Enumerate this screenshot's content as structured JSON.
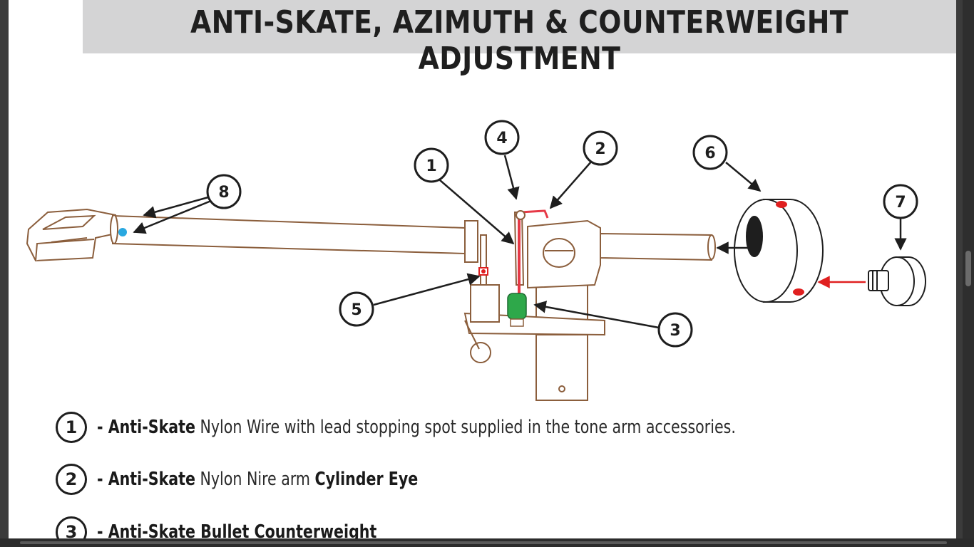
{
  "document": {
    "title": "ANTI-SKATE, AZIMUTH & COUNTERWEIGHT ADJUSTMENT"
  },
  "diagram": {
    "callouts": [
      "1",
      "2",
      "3",
      "4",
      "5",
      "6",
      "7",
      "8"
    ],
    "colors": {
      "outline": "#8b5e3c",
      "callout_stroke": "#1e1e1e",
      "wire": "#e63946",
      "bullet_weight": "#2ea84a",
      "dot_blue": "#29a8e0",
      "dot_red": "#e02020"
    }
  },
  "legend": [
    {
      "number": "1",
      "prefix": "- ",
      "bold1": "Anti-Skate",
      "text": " Nylon Wire with lead stopping spot supplied in the tone arm accessories.",
      "bold2": ""
    },
    {
      "number": "2",
      "prefix": "- ",
      "bold1": "Anti-Skate",
      "text": " Nylon Nire arm ",
      "bold2": "Cylinder Eye"
    },
    {
      "number": "3",
      "prefix": "- ",
      "bold1": "Anti-Skate Bullet Counterweight",
      "text": "",
      "bold2": ""
    }
  ]
}
